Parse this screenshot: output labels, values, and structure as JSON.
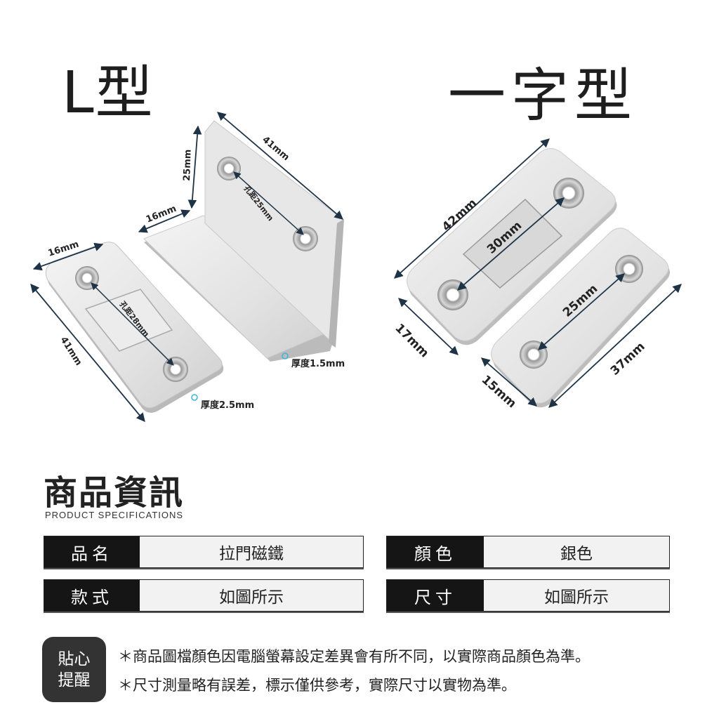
{
  "types": {
    "l_type": {
      "title": "L型",
      "flat_plate": {
        "width": "16mm",
        "length": "41mm",
        "hole_distance": "孔距28mm",
        "thickness": "厚度2.5mm"
      },
      "bracket": {
        "height": "25mm",
        "base": "16mm",
        "length": "41mm",
        "hole_distance": "孔距25mm",
        "thickness": "厚度1.5mm"
      }
    },
    "straight_type": {
      "title": "一字型",
      "large_plate": {
        "length": "42mm",
        "width": "17mm",
        "hole_distance": "30mm"
      },
      "small_plate": {
        "length": "37mm",
        "width": "15mm",
        "hole_distance": "25mm"
      }
    }
  },
  "specs": {
    "title": "商品資訊",
    "subtitle": "PRODUCT SPECIFICATIONS",
    "rows": [
      {
        "key": "品名",
        "value": "拉門磁鐵"
      },
      {
        "key": "顏色",
        "value": "銀色"
      },
      {
        "key": "款式",
        "value": "如圖所示"
      },
      {
        "key": "尺寸",
        "value": "如圖所示"
      }
    ]
  },
  "reminder": {
    "badge_line1": "貼心",
    "badge_line2": "提醒",
    "notes": [
      "＊商品圖檔顏色因電腦螢幕設定差異會有所不同，以實際商品顏色為準。",
      "＊尺寸測量略有誤差，標示僅供參考，實際尺寸以實物為準。"
    ]
  },
  "colors": {
    "label_bg": "#151515",
    "value_bg": "#f2f2f2",
    "badge_bg": "#333333",
    "dim_line": "#1f3347"
  }
}
